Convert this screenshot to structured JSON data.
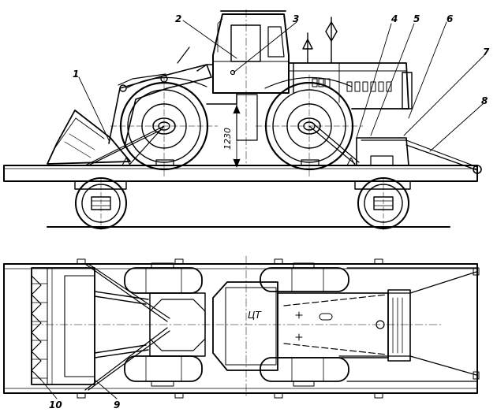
{
  "figure": {
    "colors": {
      "ink": "#000000",
      "paper": "#ffffff"
    },
    "callouts": [
      "1",
      "2",
      "3",
      "4",
      "5",
      "6",
      "7",
      "8",
      "9",
      "10"
    ],
    "dimension_label": "1230",
    "center_of_gravity_label": "ЦТ"
  }
}
